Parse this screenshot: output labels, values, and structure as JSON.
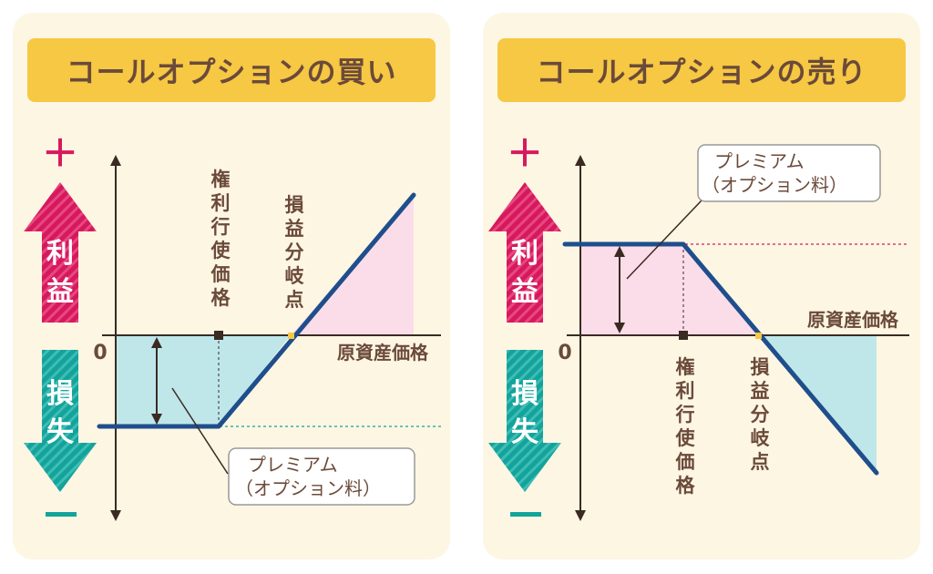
{
  "panels": [
    {
      "title": "コールオプションの買い",
      "plus": "＋",
      "minus": "−",
      "profit_chars": [
        "利",
        "益"
      ],
      "loss_chars": [
        "損",
        "失"
      ],
      "zero": "0",
      "x_axis_label": "原資産価格",
      "strike_label": [
        "権",
        "利",
        "行",
        "使",
        "価",
        "格"
      ],
      "breakeven_label": [
        "損",
        "益",
        "分",
        "岐",
        "点"
      ],
      "callout_lines": [
        "プレミアム",
        "（オプション料）"
      ]
    },
    {
      "title": "コールオプションの売り",
      "plus": "＋",
      "minus": "−",
      "profit_chars": [
        "利",
        "益"
      ],
      "loss_chars": [
        "損",
        "失"
      ],
      "zero": "0",
      "x_axis_label": "原資産価格",
      "strike_label": [
        "権",
        "利",
        "行",
        "使",
        "価",
        "格"
      ],
      "breakeven_label": [
        "損",
        "益",
        "分",
        "岐",
        "点"
      ],
      "callout_lines": [
        "プレミアム",
        "（オプション料）"
      ]
    }
  ],
  "colors": {
    "panel_bg": "#fdf6e3",
    "title_band": "#f6c843",
    "text_brown": "#6b4a3a",
    "profit_magenta": "#d6195e",
    "loss_teal": "#14a39b",
    "payoff_line": "#1f4e8c",
    "profit_fill": "#fbdde9",
    "loss_fill": "#bfe7ea",
    "breakeven_marker": "#f6c843"
  }
}
